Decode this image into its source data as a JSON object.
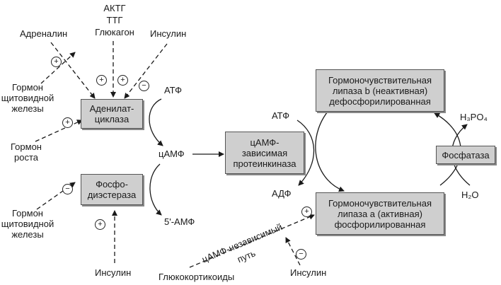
{
  "inputs": {
    "adrenalin": "Адреналин",
    "aktg": "АКТГ",
    "ttg": "ТТГ",
    "glukagon": "Глюкагон",
    "insulin_top": "Инсулин",
    "gormon_shchit_top": [
      "Гормон",
      "щитовидной",
      "железы"
    ],
    "gormon_rosta": [
      "Гормон",
      "роста"
    ],
    "gormon_shchit_bottom": [
      "Гормон",
      "щитовидной",
      "железы"
    ],
    "insulin_bottom_left": "Инсулин",
    "glukokortikoidy": "Глюкокортикоиды",
    "insulin_bottom_right": "Инсулин"
  },
  "boxes": {
    "adenylate_cyclase": [
      "Аденилат-",
      "циклаза"
    ],
    "phosphodiesterase": [
      "Фосфо-",
      "диэстераза"
    ],
    "protein_kinase": [
      "цАМФ-",
      "зависимая",
      "протеинкиназа"
    ],
    "lipase_b": [
      "Гормоночувствительная",
      "липаза b (неактивная)",
      "дефосфорилированная"
    ],
    "lipase_a": [
      "Гормоночувствительная",
      "липаза a (активная)",
      "фосфорилированная"
    ],
    "phosphatase": "Фосфатаза"
  },
  "metabolites": {
    "atf_left": "АТФ",
    "camp": "цАМФ",
    "amp": "5'-АМФ",
    "atf_right": "АТФ",
    "adf": "АДФ",
    "h3po4": "H₃PO₄",
    "h2o": "H₂O"
  },
  "path_label": [
    "цАМФ-независимый",
    "путь"
  ],
  "signs": {
    "plus": "+",
    "minus": "−"
  }
}
